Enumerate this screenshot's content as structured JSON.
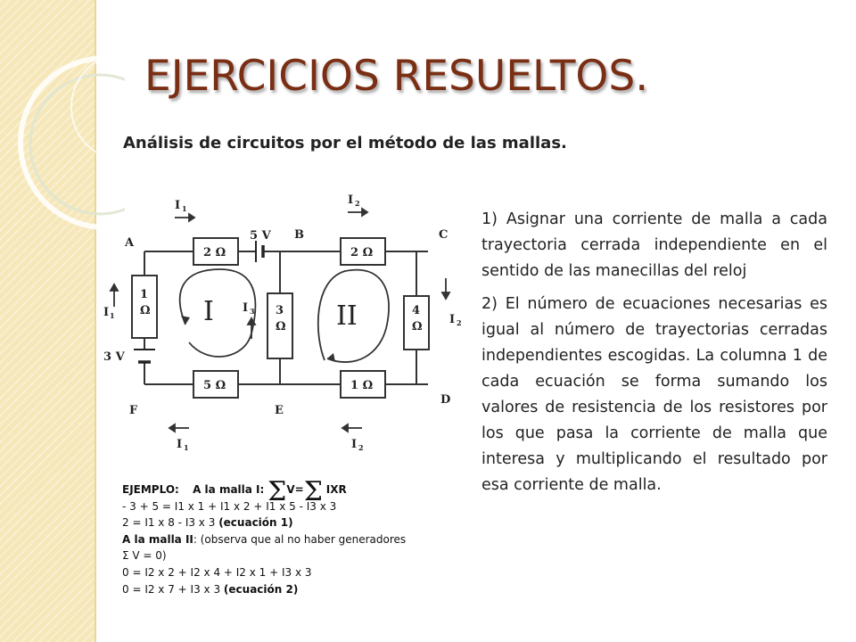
{
  "title": "EJERCICIOS RESUELTOS.",
  "subtitle": "Análisis de circuitos por el método de las mallas.",
  "steps": [
    "1) Asignar una corriente de malla a cada trayectoria cerrada independiente en el sentido de las manecillas del reloj",
    "2) El número de ecuaciones necesarias es igual al número de trayectorias cerradas independientes escogidas. La columna 1 de cada ecuación se forma sumando los valores de resistencia de los resistores por los que pasa la corriente de malla que interesa y multiplicando el resultado por esa corriente de malla."
  ],
  "circuit": {
    "nodes": [
      "A",
      "B",
      "C",
      "D",
      "E",
      "F"
    ],
    "resistors": {
      "top_left": "2 Ω",
      "top_right": "2 Ω",
      "left": [
        "1",
        "Ω"
      ],
      "middle": [
        "3",
        "Ω"
      ],
      "right": [
        "4",
        "Ω"
      ],
      "bottom_left": "5 Ω",
      "bottom_right": "1 Ω"
    },
    "sources": {
      "top": "5 V",
      "left": "3 V"
    },
    "mesh_labels": [
      "I",
      "II"
    ],
    "currents": {
      "i1": "I",
      "i1_sub": "1",
      "i2": "I",
      "i2_sub": "2",
      "i3": "I",
      "i3_sub": "3"
    }
  },
  "example": {
    "label": "EJEMPLO:",
    "mesh1_prefix": "A la malla I:",
    "sigma": "Σ",
    "formula_mid": "V=",
    "formula_end": "IXR",
    "eq1_line1": "- 3 + 5 = I1 x 1 + I1 x 2 + I1 x 5 - I3 x 3",
    "eq1_line2_text": "2 = I1 x 8 - I3 x 3",
    "eq1_tag": "(ecuación 1)",
    "mesh2_label": "A la malla II",
    "mesh2_note": ": (observa que al no haber generadores",
    "mesh2_note2": "Σ V = 0)",
    "eq2_line1": "0 = I2 x 2 + I2 x 4 + I2 x 1 + I3 x 3",
    "eq2_line2_text": "0 = I2 x 7 + I3 x 3",
    "eq2_tag": "(ecuación 2)"
  },
  "colors": {
    "title": "#7a2e14",
    "sidebar": "#f6e7b8"
  }
}
